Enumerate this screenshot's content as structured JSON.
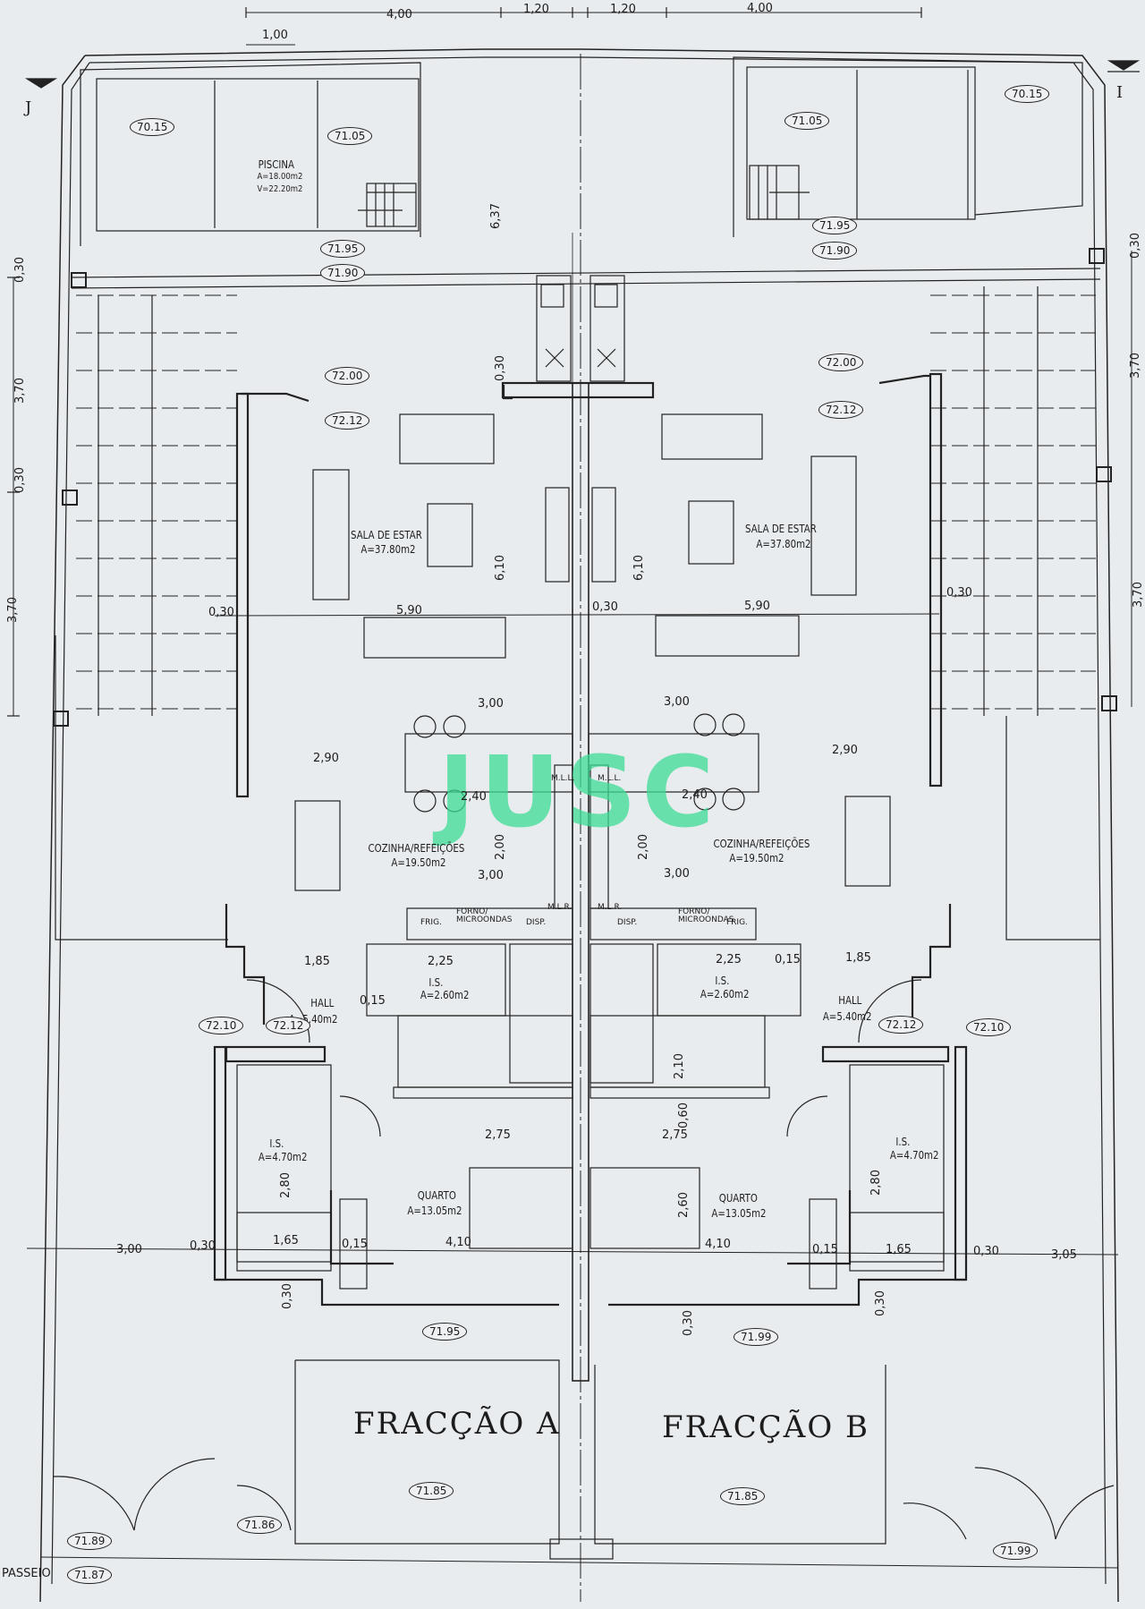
{
  "sections": {
    "left": "J",
    "right": "I"
  },
  "units": {
    "a": "FRACÇÃO A",
    "b": "FRACÇÃO B"
  },
  "watermark": "JUSC",
  "pool": {
    "name": "PISCINA",
    "area": "A=18.00m2",
    "volume": "V=22.20m2"
  },
  "rooms": {
    "sala": "SALA DE ESTAR",
    "sala_area": "A=37.80m2",
    "cozinha": "COZINHA/REFEIÇÕES",
    "cozinha_area": "A=19.50m2",
    "hall": "HALL",
    "hall_area": "A=5.40m2",
    "is": "I.S.",
    "is_small_area": "A=2.60m2",
    "is_large_area": "A=4.70m2",
    "quarto": "QUARTO",
    "quarto_area": "A=13.05m2"
  },
  "fixtures": {
    "frig": "FRIG.",
    "forno": "FORNO/ MICROONDAS",
    "disp": "DISP.",
    "mll": "M.L.L.",
    "mlr": "M.L.R."
  },
  "street": "PASSEIO",
  "elevations": {
    "e7015": "70.15",
    "e7105": "71.05",
    "e7195": "71.95",
    "e7190": "71.90",
    "e7200": "72.00",
    "e7212": "72.12",
    "e7210": "72.10",
    "e7199": "71.99",
    "e7185": "71.85",
    "e7189": "71.89",
    "e7187": "71.87",
    "e7186": "71.86"
  },
  "dims": {
    "d400": "4,00",
    "d120": "1,20",
    "d100": "1,00",
    "d030": "0,30",
    "d637": "6,37",
    "d610": "6,10",
    "d590": "5,90",
    "d300": "3,00",
    "d290": "2,90",
    "d240": "2,40",
    "d200": "2,00",
    "d185": "1,85",
    "d225": "2,25",
    "d015": "0,15",
    "d275": "2,75",
    "d280": "2,80",
    "d165": "1,65",
    "d410": "4,10",
    "d260": "2,60",
    "d305": "3,05",
    "d370": "3,70",
    "d060": "0,60",
    "d210": "2,10"
  }
}
